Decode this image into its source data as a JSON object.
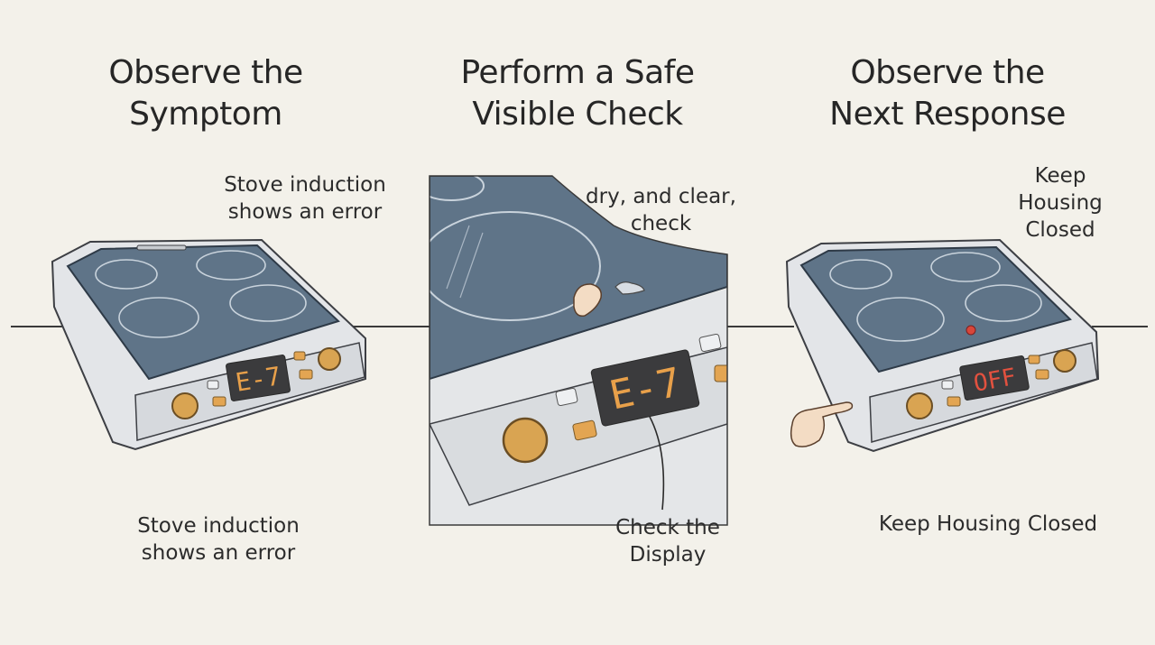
{
  "panels": [
    {
      "heading_line1": "Observe the",
      "heading_line2": "Symptom",
      "top_note_line1": "Stove induction",
      "top_note_line2": "shows an error",
      "bottom_note_line1": "Stove induction",
      "bottom_note_line2": "shows an error",
      "display_text": "E-7"
    },
    {
      "heading_line1": "Perform a Safe",
      "heading_line2": "Visible Check",
      "wipe_note_line1": "dry, and clear,",
      "wipe_note_line2": "check",
      "callout_line1": "Check the",
      "callout_line2": "Display",
      "display_text": "E-7"
    },
    {
      "heading_line1": "Observe the",
      "heading_line2": "Next Response",
      "top_note_line1": "Keep",
      "top_note_line2": "Housing",
      "top_note_line3": "Closed",
      "bottom_note": "Keep Housing Closed",
      "display_text": "OFF"
    }
  ],
  "colors": {
    "background": "#f3f1ea",
    "glass": "#5f7488",
    "housing": "#e4e6e8",
    "knob": "#d9a452",
    "display_amber": "#e8a04a",
    "display_red": "#e2513f"
  }
}
